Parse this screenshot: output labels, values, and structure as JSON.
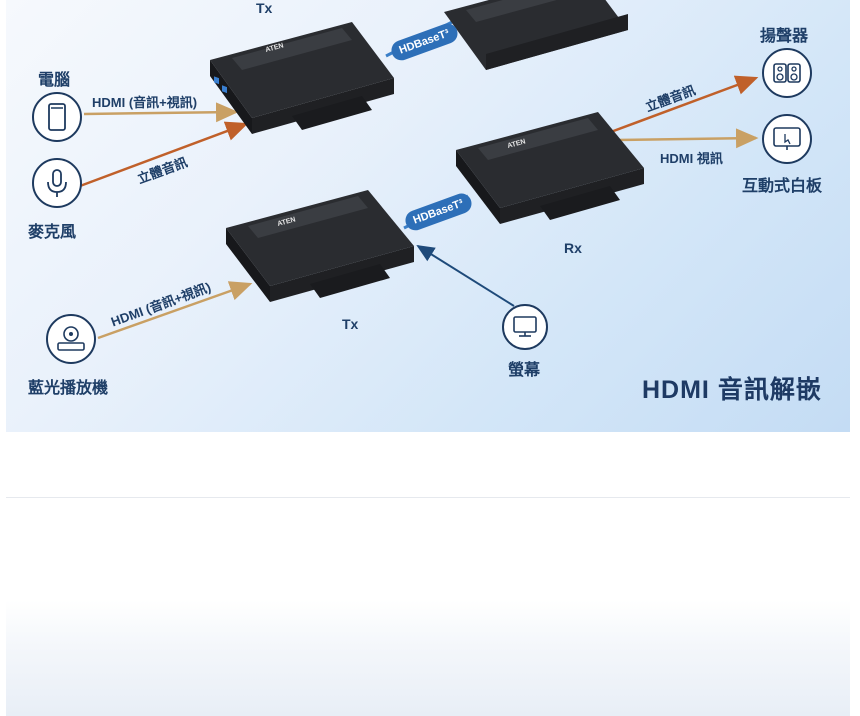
{
  "labels": {
    "tx_top": "Tx",
    "tx_bottom": "Tx",
    "rx": "Rx",
    "computer": "電腦",
    "microphone": "麥克風",
    "bluray": "藍光播放機",
    "speaker": "揚聲器",
    "whiteboard": "互動式白板",
    "monitor": "螢幕",
    "hdmi_av_1": "HDMI (音訊+視訊)",
    "hdmi_av_2": "HDMI (音訊+視訊)",
    "stereo_in": "立體音訊",
    "stereo_out": "立體音訊",
    "hdmi_video": "HDMI 視訊",
    "hdbaset_1": "HDBaseT³",
    "hdbaset_2": "HDBaseT³",
    "brand": "ATEN",
    "title": "HDMI 音訊解嵌"
  },
  "colors": {
    "label_navy": "#1f3f68",
    "arrow_gold": "#c9a064",
    "arrow_orange": "#c0602a",
    "arrow_navy": "#1e4a7a",
    "badge_blue": "#2d6fb8",
    "device_dark": "#2a2c30"
  },
  "icons": [
    "computer-icon",
    "microphone-icon",
    "bluray-player-icon",
    "speaker-icon",
    "whiteboard-icon",
    "monitor-icon"
  ]
}
